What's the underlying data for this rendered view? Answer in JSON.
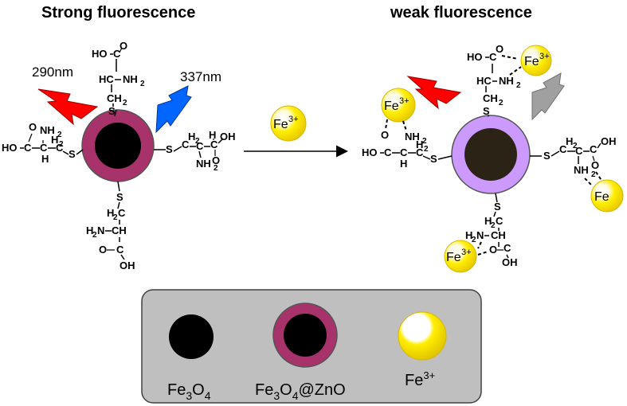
{
  "titles": {
    "left": "Strong fluorescence",
    "right": "weak fluorescence"
  },
  "wavelengths": {
    "red": "290nm",
    "blue": "337nm"
  },
  "arrow_ion": "Fe",
  "ion_charge": "3+",
  "chem": {
    "top_left_top": {
      "l1": "HO",
      "l2": "C",
      "l3": "O",
      "l4": "HC",
      "l5": "NH",
      "l6": "2",
      "l7": "CH",
      "l8": "2",
      "l9": "S"
    },
    "left": {
      "ho": "HO",
      "nh": "NH",
      "two": "2",
      "h2": "H",
      "h2sub": "2",
      "c1": "C",
      "c2": "C",
      "c3": "C",
      "h": "H",
      "s": "S"
    },
    "right": {
      "s": "S",
      "c": "C",
      "h": "H",
      "two": "2",
      "oh": "OH",
      "nh": "NH",
      "o": "O"
    },
    "bottom": {
      "s": "S",
      "h": "H",
      "two": "2",
      "c": "C",
      "h2n": "H",
      "n": "N",
      "ch": "CH",
      "o": "O",
      "oh": "OH"
    }
  },
  "legend": {
    "fe3o4_main": "Fe",
    "fe3o4_sub": "3",
    "fe3o4_o": "O",
    "fe3o4_sub2": "4",
    "core_shell_fe": "Fe",
    "core_shell_sub": "3",
    "core_shell_o": "O",
    "core_shell_sub2": "4",
    "core_shell_zno": "@ZnO",
    "ion_fe": "Fe",
    "ion_charge": "3+"
  },
  "colors": {
    "shell_left": "#a8336b",
    "shell_right": "#cc99ff",
    "core_left": "#000000",
    "core_right": "#2b2416",
    "red_bolt": "#ff0000",
    "blue_bolt": "#0066ff",
    "grey_bolt": "#a0a0a0",
    "ion_yellow": "#ffee00",
    "legend_bg": "#bfbfbf"
  }
}
